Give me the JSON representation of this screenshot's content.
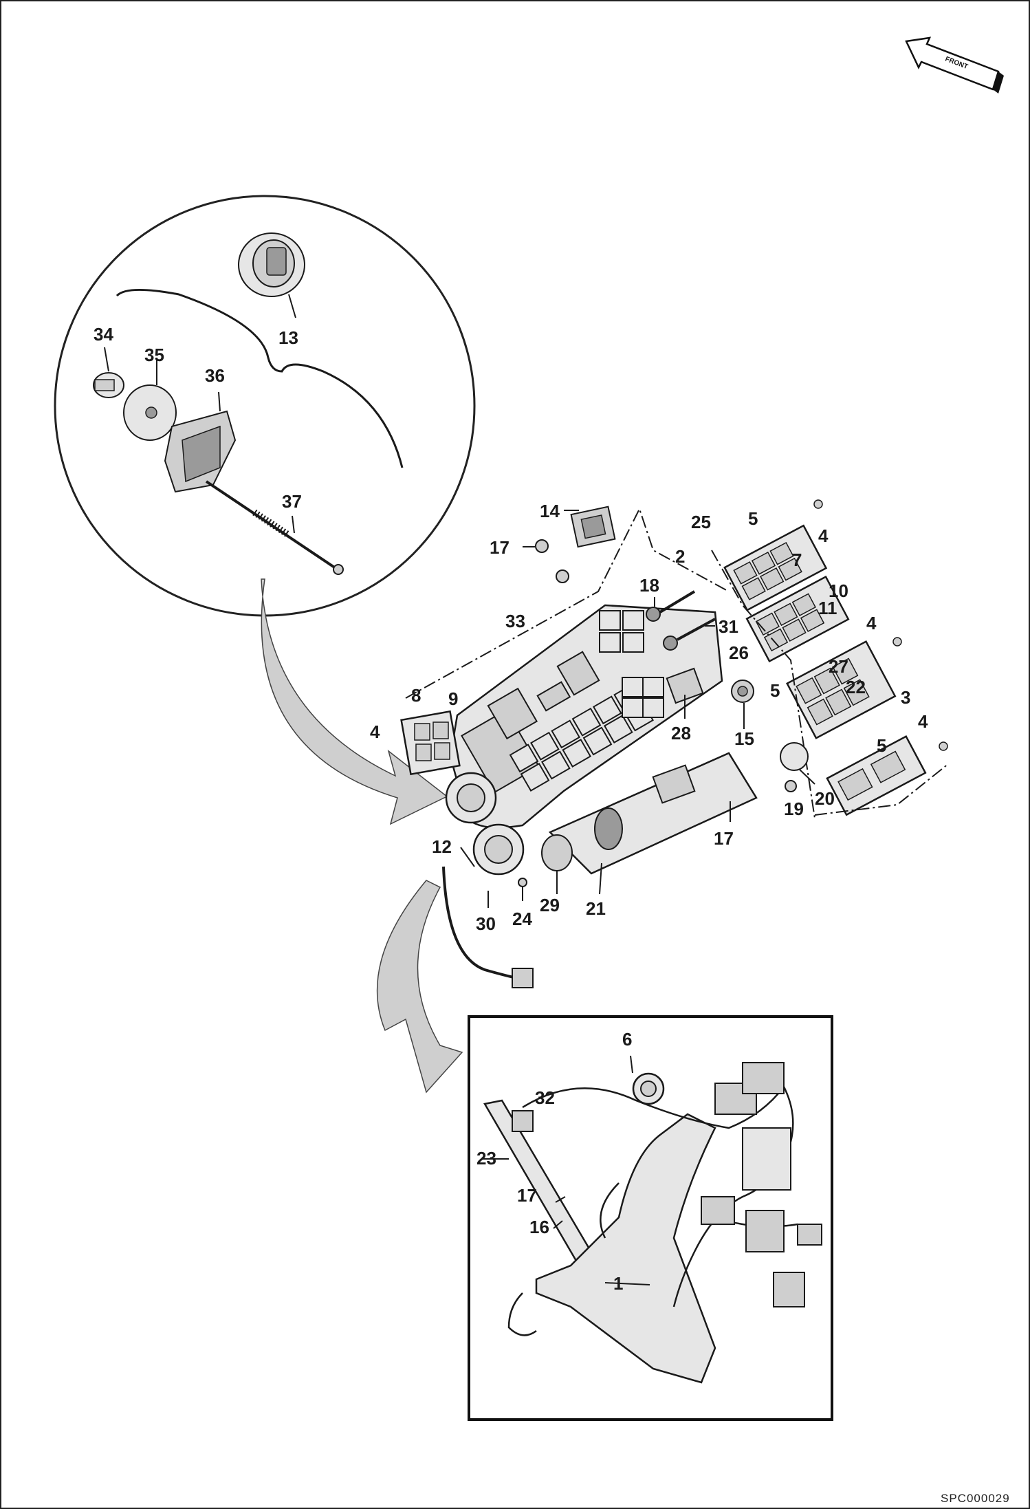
{
  "diagram": {
    "reference_code": "SPC000029",
    "orientation_label": "FRONT",
    "callouts": [
      {
        "id": "c13",
        "label": "13"
      },
      {
        "id": "c34",
        "label": "34"
      },
      {
        "id": "c35",
        "label": "35"
      },
      {
        "id": "c36",
        "label": "36"
      },
      {
        "id": "c37",
        "label": "37"
      },
      {
        "id": "c14",
        "label": "14"
      },
      {
        "id": "c17a",
        "label": "17"
      },
      {
        "id": "c18",
        "label": "18"
      },
      {
        "id": "c2",
        "label": "2"
      },
      {
        "id": "c25",
        "label": "25"
      },
      {
        "id": "c5a",
        "label": "5"
      },
      {
        "id": "c4a",
        "label": "4"
      },
      {
        "id": "c7",
        "label": "7"
      },
      {
        "id": "c10",
        "label": "10"
      },
      {
        "id": "c11",
        "label": "11"
      },
      {
        "id": "c4b",
        "label": "4"
      },
      {
        "id": "c31",
        "label": "31"
      },
      {
        "id": "c33",
        "label": "33"
      },
      {
        "id": "c26",
        "label": "26"
      },
      {
        "id": "c27",
        "label": "27"
      },
      {
        "id": "c5b",
        "label": "5"
      },
      {
        "id": "c22",
        "label": "22"
      },
      {
        "id": "c3",
        "label": "3"
      },
      {
        "id": "c8",
        "label": "8"
      },
      {
        "id": "c9",
        "label": "9"
      },
      {
        "id": "c4c",
        "label": "4"
      },
      {
        "id": "c28",
        "label": "28"
      },
      {
        "id": "c15",
        "label": "15"
      },
      {
        "id": "c4d",
        "label": "4"
      },
      {
        "id": "c5c",
        "label": "5"
      },
      {
        "id": "c20",
        "label": "20"
      },
      {
        "id": "c19",
        "label": "19"
      },
      {
        "id": "c17b",
        "label": "17"
      },
      {
        "id": "c12",
        "label": "12"
      },
      {
        "id": "c29",
        "label": "29"
      },
      {
        "id": "c21",
        "label": "21"
      },
      {
        "id": "c30",
        "label": "30"
      },
      {
        "id": "c24",
        "label": "24"
      },
      {
        "id": "c6",
        "label": "6"
      },
      {
        "id": "c32",
        "label": "32"
      },
      {
        "id": "c23",
        "label": "23"
      },
      {
        "id": "c17c",
        "label": "17"
      },
      {
        "id": "c16",
        "label": "16"
      },
      {
        "id": "c1",
        "label": "1"
      }
    ]
  }
}
